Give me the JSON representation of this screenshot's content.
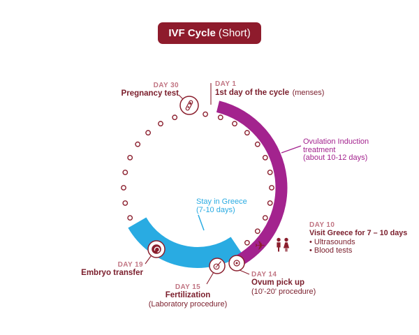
{
  "banner": {
    "title_bold": "IVF Cycle",
    "title_light": "(Short)"
  },
  "colors": {
    "maroon": "#8a1e2d",
    "magenta": "#a3238e",
    "blue": "#29abe2",
    "day_label": "#c17583"
  },
  "day30": {
    "label": "DAY 30",
    "title": "Pregnancy test"
  },
  "day1": {
    "label": "DAY 1",
    "title": "1st day of the cycle",
    "note": "(menses)"
  },
  "ovulation": {
    "line1": "Ovulation Induction",
    "line2": "treatment",
    "line3": "(about 10-12 days)"
  },
  "stay": {
    "line1": "Stay in Greece",
    "line2": "(7-10 days)"
  },
  "day10": {
    "label": "DAY 10",
    "title": "Visit Greece for 7 – 10 days",
    "bullets": [
      "• Ultrasounds",
      "• Blood tests"
    ]
  },
  "day14": {
    "label": "DAY 14",
    "title": "Ovum pick up",
    "note": "(10'-20' procedure)"
  },
  "day15": {
    "label": "DAY 15",
    "title": "Fertilization",
    "note": "(Laboratory procedure)"
  },
  "day19": {
    "label": "DAY 19",
    "title": "Embryo transfer"
  }
}
